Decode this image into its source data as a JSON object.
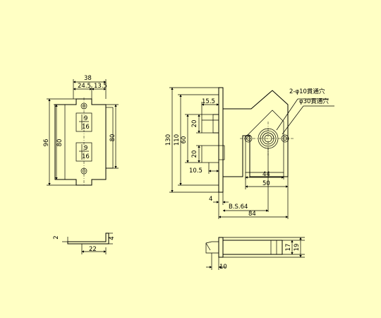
{
  "strike_plate": {
    "width_total": "38",
    "width_a": "24.5",
    "width_b": "13.5",
    "height_outer": "96",
    "height_inner_left": "80",
    "height_right": "80",
    "slot_top_a": "9",
    "slot_top_b": "16",
    "slot_bot_a": "9",
    "slot_bot_b": "16"
  },
  "strike_side": {
    "thickness_left": "2",
    "thickness_right": "4",
    "depth": "22"
  },
  "lock_body": {
    "height_total": "130",
    "height_case": "110",
    "height_bolts": "60",
    "latch_width": "15.5",
    "latch_height": "20",
    "dead_height": "20",
    "dead_width": "10.5",
    "hole_note_1": "2-φ10貫通穴",
    "hole_note_2": "φ30貫通穴",
    "dim_44": "44",
    "dim_50": "50",
    "dim_4": "4",
    "backset": "B.S.64",
    "dim_84": "84"
  },
  "lock_bottom": {
    "dim_10": "10",
    "dim_17": "17",
    "dim_19": "19"
  }
}
